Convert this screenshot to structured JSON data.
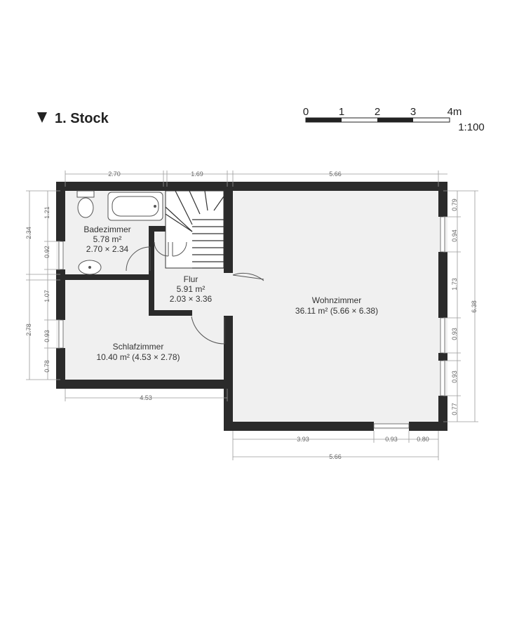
{
  "header": {
    "floor_title": "1. Stock",
    "scale_ticks": [
      "0",
      "1",
      "2",
      "3",
      "4m"
    ],
    "scale_ratio": "1:100"
  },
  "rooms": {
    "bad": {
      "name": "Badezimmer",
      "area": "5.78 m²",
      "dims": "2.70 × 2.34"
    },
    "flur": {
      "name": "Flur",
      "area": "5.91 m²",
      "dims": "2.03 × 3.36"
    },
    "wohn": {
      "name": "Wohnzimmer",
      "area": "36.11 m² (5.66 × 6.38)"
    },
    "schlaf": {
      "name": "Schlafzimmer",
      "area": "10.40 m² (4.53 × 2.78)"
    }
  },
  "dimensions": {
    "top": [
      "2.70",
      "1.69",
      "5.66"
    ],
    "left_outer": [
      "2.34",
      "2.78"
    ],
    "left_inner": [
      "1.21",
      "0.92",
      "1.07",
      "0.93",
      "0.78"
    ],
    "right_inner": [
      "0.79",
      "0.94",
      "1.73",
      "0.93",
      "0.93",
      "0.77"
    ],
    "right_outer": "6.38",
    "mid": "4.53",
    "bottom_row1": [
      "3.93",
      "0.93",
      "0.80"
    ],
    "bottom_row2": "5.66"
  },
  "colors": {
    "wall": "#2b2b2b",
    "dimension": "#9a9a9a",
    "background": "#ffffff"
  }
}
